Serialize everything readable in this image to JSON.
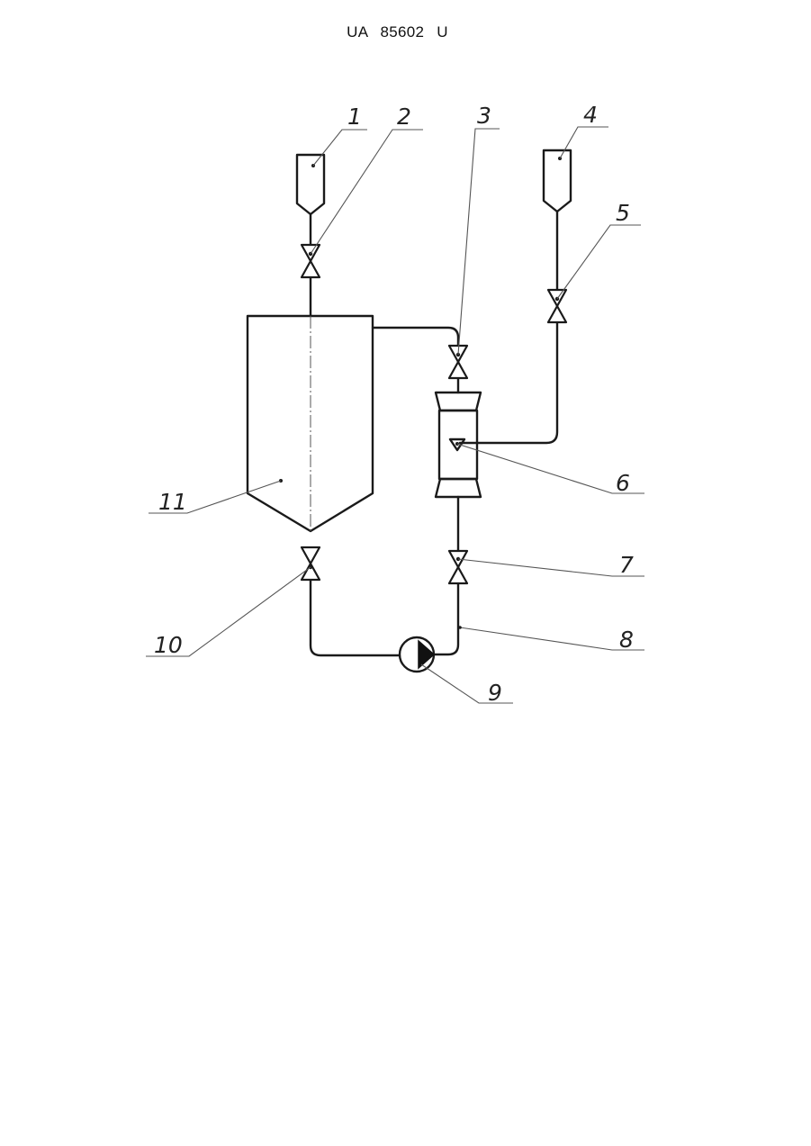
{
  "header": {
    "patent_number": "UA 85602 U"
  },
  "labels": [
    "1",
    "2",
    "3",
    "4",
    "5",
    "6",
    "7",
    "8",
    "9",
    "10",
    "11"
  ]
}
